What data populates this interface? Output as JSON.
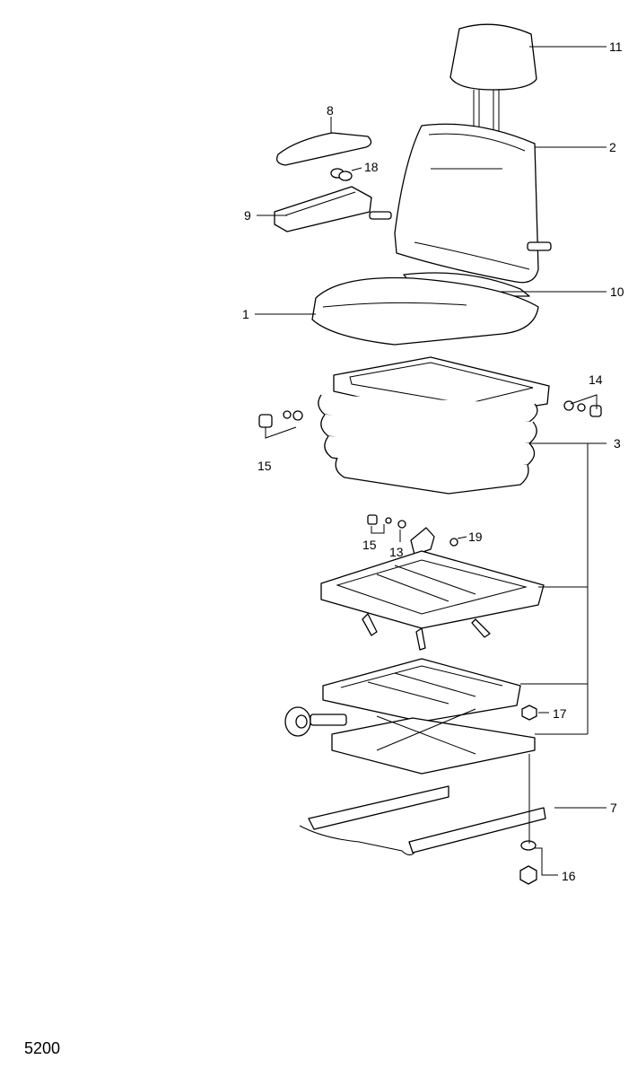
{
  "figure_number": "5200",
  "callouts": {
    "c1": "1",
    "c2": "2",
    "c3": "3",
    "c7": "7",
    "c8": "8",
    "c9": "9",
    "c10": "10",
    "c11": "11",
    "c13": "13",
    "c14": "14",
    "c15a": "15",
    "c15b": "15",
    "c16": "16",
    "c17": "17",
    "c18": "18",
    "c19": "19"
  }
}
